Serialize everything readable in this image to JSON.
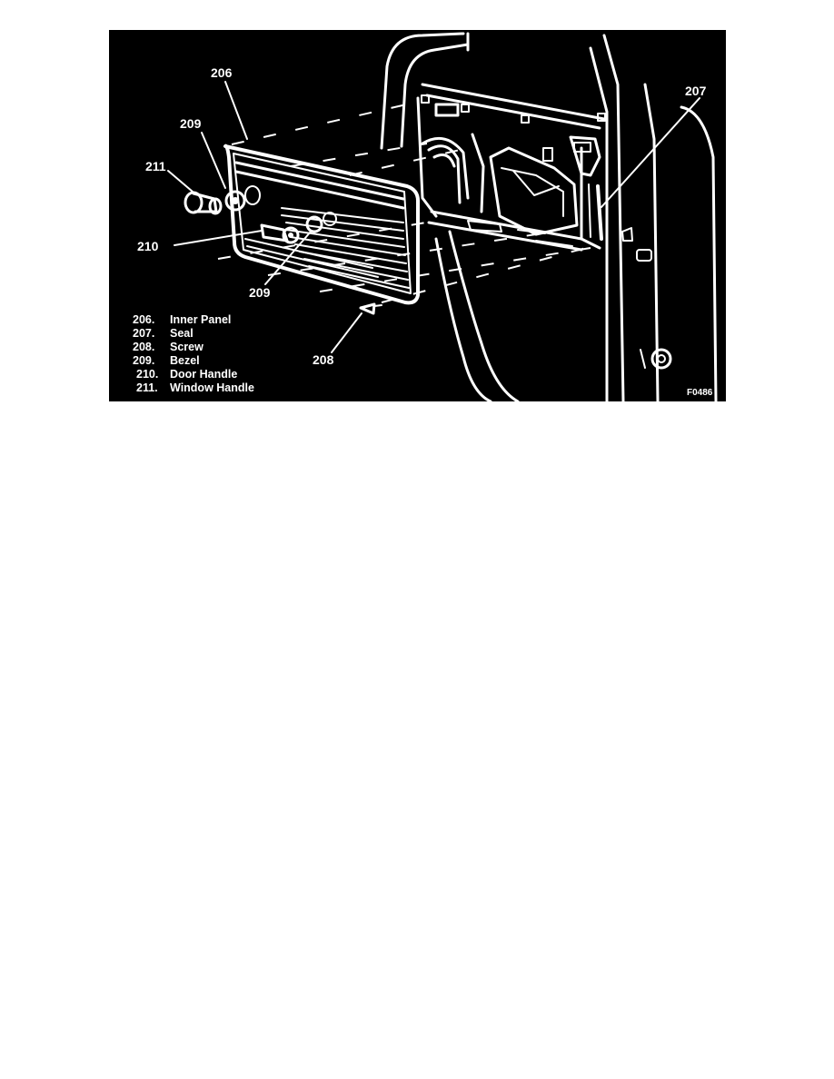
{
  "callouts": {
    "c206": "206",
    "c207": "207",
    "c208": "208",
    "c209a": "209",
    "c209b": "209",
    "c210": "210",
    "c211": "211"
  },
  "legend": [
    {
      "num": "206.",
      "label": "Inner Panel"
    },
    {
      "num": "207.",
      "label": "Seal"
    },
    {
      "num": "208.",
      "label": "Screw"
    },
    {
      "num": "209.",
      "label": "Bezel"
    },
    {
      "num": "210.",
      "label": "Door Handle"
    },
    {
      "num": "211.",
      "label": "Window Handle"
    }
  ],
  "figure_code": "F0486",
  "colors": {
    "background": "#000000",
    "line": "#ffffff",
    "page": "#ffffff"
  }
}
